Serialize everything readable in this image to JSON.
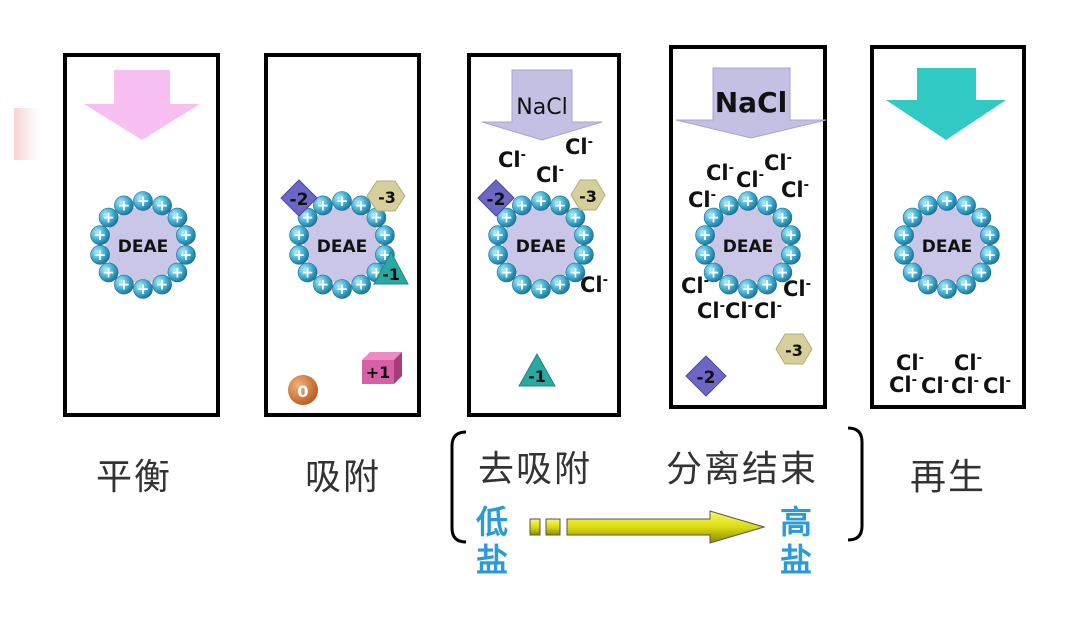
{
  "ion_text": "Cl",
  "ion_sup": "-",
  "resin_label": "DEAE",
  "salt_label": "NaCl",
  "steps": [
    {
      "label": "平衡"
    },
    {
      "label": "吸附"
    },
    {
      "label": "去吸附"
    },
    {
      "label": "分离结束"
    },
    {
      "label": "再生"
    }
  ],
  "gradient": {
    "low": "低盐",
    "high": "高盐"
  },
  "proteins": {
    "p_neg2": "-2",
    "p_neg3": "-3",
    "p_neg1": "-1",
    "p_pos1": "+1",
    "p_zero": "0"
  },
  "colors": {
    "bead": "#3fb0d4",
    "resin": "#c9c6e8",
    "arrow_pink": "#f8bff2",
    "arrow_lavender": "#c4c0e4",
    "arrow_teal": "#31c9c4",
    "diamond": "#6c66c4",
    "hexagon": "#d6cf9c",
    "triangle": "#2aa8a2",
    "cube": "#d65fa6",
    "ball": "#d87a3a",
    "label_blue": "#2b9bd8"
  }
}
